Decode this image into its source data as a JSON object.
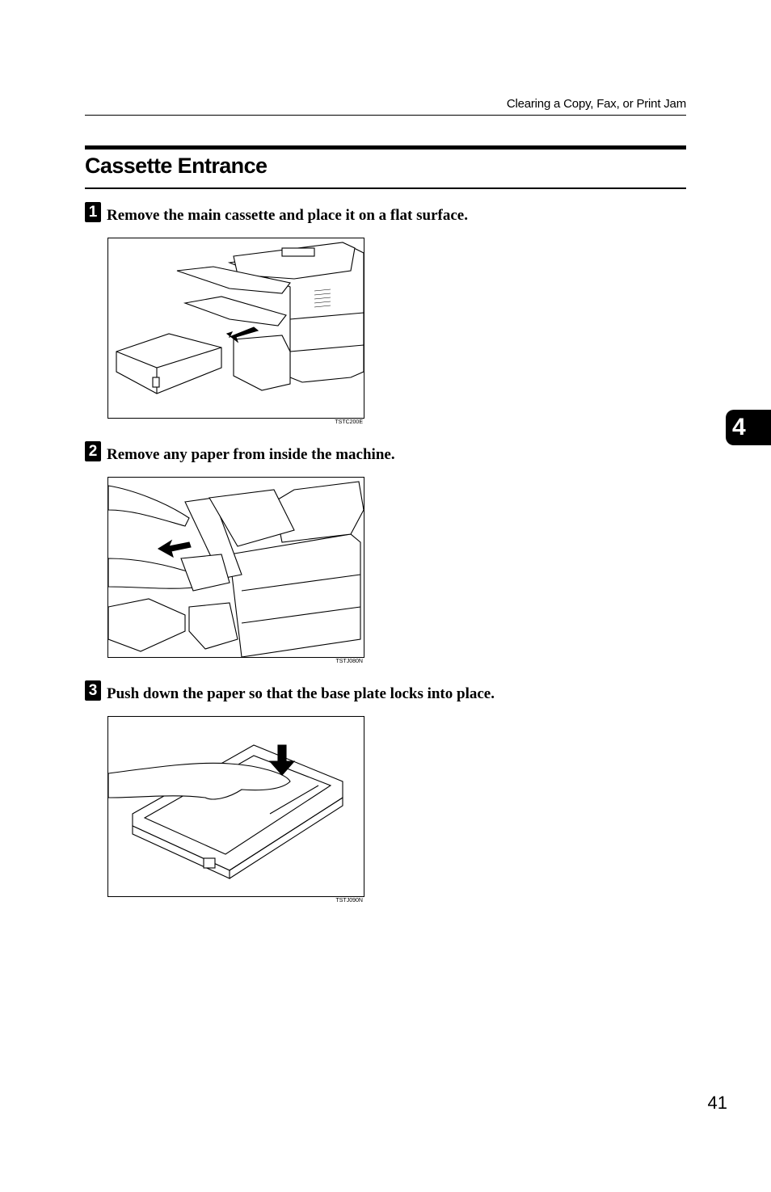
{
  "header": {
    "running_title": "Clearing a Copy, Fax, or Print Jam"
  },
  "section": {
    "title": "Cassette Entrance"
  },
  "steps": [
    {
      "number": "1",
      "text": "Remove the main cassette and place it on a flat surface.",
      "figure_code": "TSTC200E"
    },
    {
      "number": "2",
      "text": "Remove any paper from inside the machine.",
      "figure_code": "TSTJ080N"
    },
    {
      "number": "3",
      "text": "Push down the paper so that the base plate locks into place.",
      "figure_code": "TSTJ090N"
    }
  ],
  "chapter_tab": "4",
  "page_number": "41"
}
